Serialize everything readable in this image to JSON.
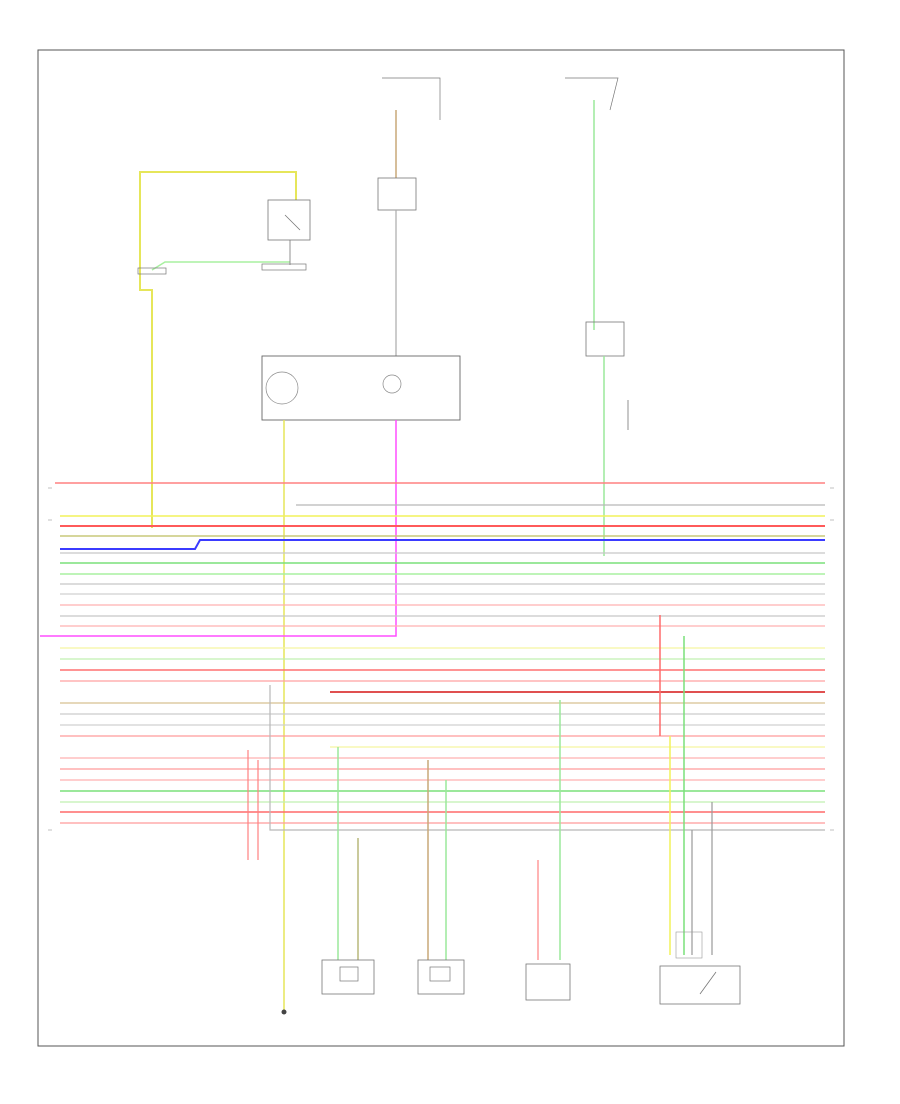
{
  "colors": {
    "frame": "#555555",
    "box": "#555555",
    "red": "#ff6f6f",
    "yellow": "#f2f25a",
    "blue": "#3b3bff",
    "green": "#7ae07a",
    "gray": "#b8b8b8",
    "tan": "#c9b38a",
    "magenta": "#ff4fff",
    "pink": "#ff9a9a",
    "olive": "#b5b56a",
    "lightgreen": "#b8f0a8",
    "darkred": "#e05050"
  },
  "components": [
    {
      "id": "fuse-top-1",
      "kind": "fuse"
    },
    {
      "id": "fuse-top-2",
      "kind": "fuse"
    },
    {
      "id": "ign-switch",
      "kind": "switch"
    },
    {
      "id": "relay-left",
      "kind": "relay"
    },
    {
      "id": "cluster",
      "kind": "module"
    },
    {
      "id": "brake-switch",
      "kind": "switch"
    },
    {
      "id": "sensor-1",
      "kind": "sensor"
    },
    {
      "id": "sensor-2",
      "kind": "sensor"
    },
    {
      "id": "sensor-3",
      "kind": "sensor"
    },
    {
      "id": "throttle-sensor",
      "kind": "sensor"
    },
    {
      "id": "ground",
      "kind": "ground"
    }
  ]
}
